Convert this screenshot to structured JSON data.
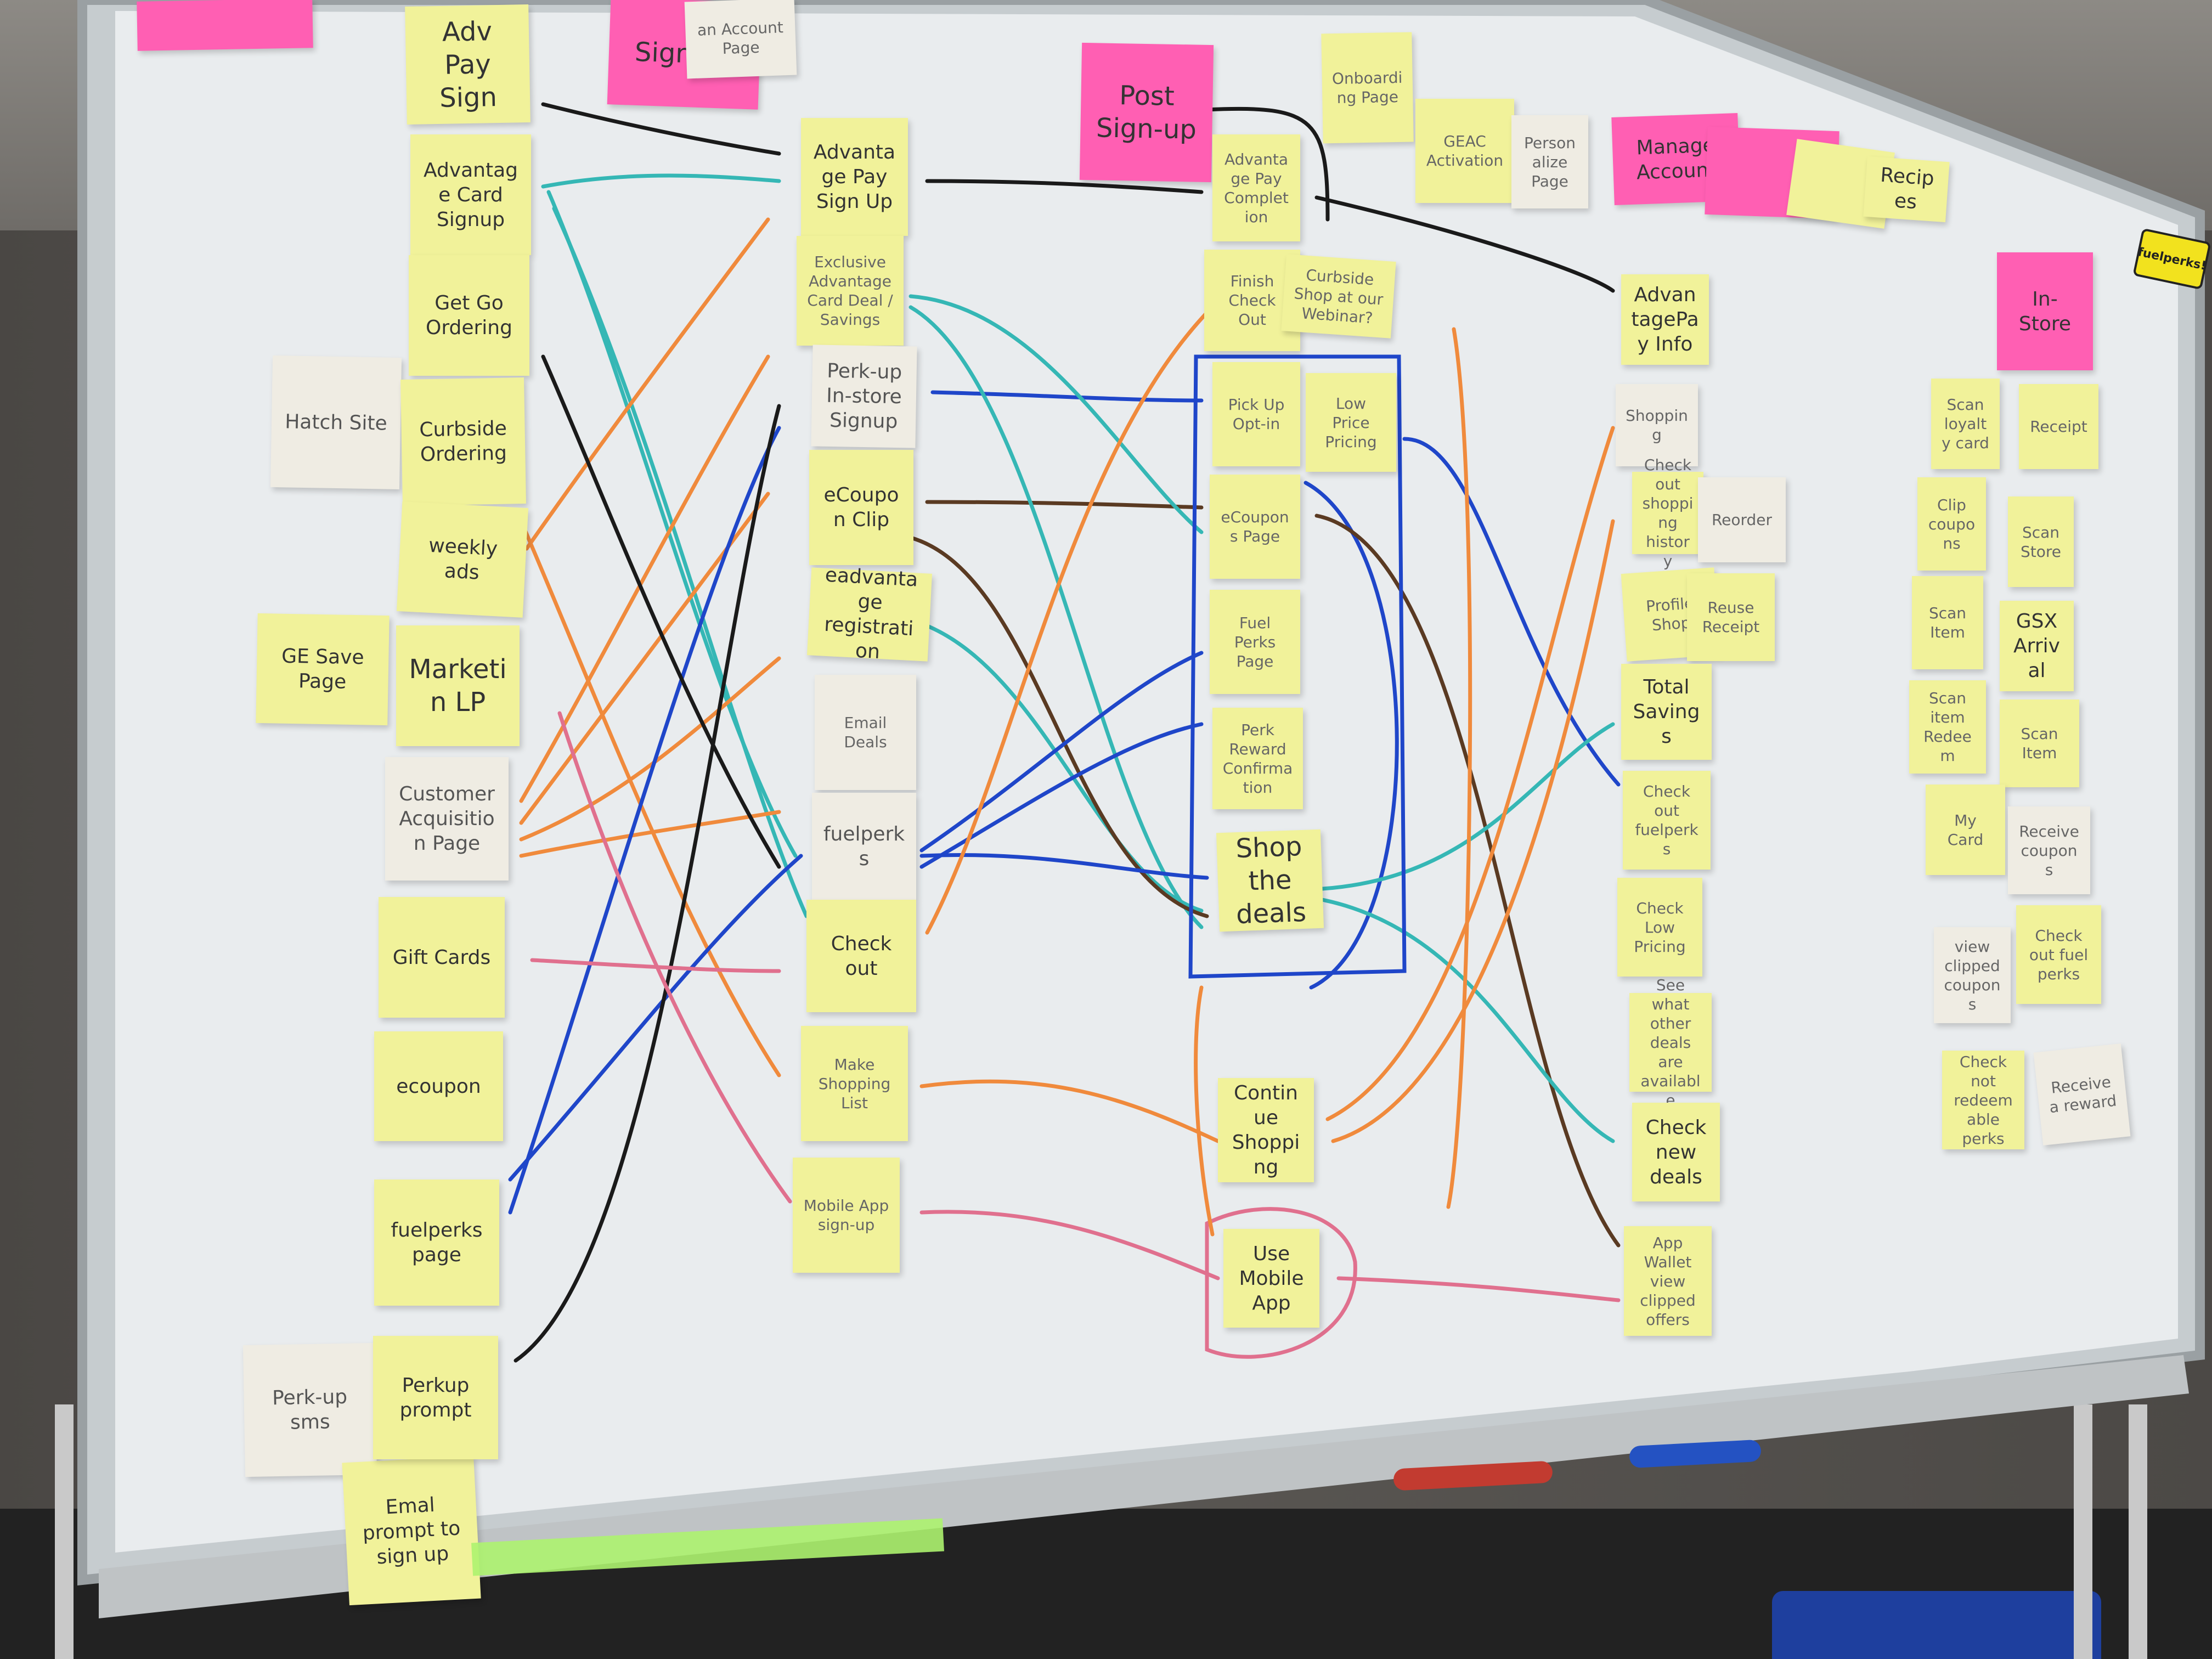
{
  "brand_magnet": "fuelperks!",
  "notes": {
    "col0": {
      "pink_top": "",
      "hatch_site": "Hatch Site",
      "ge_save_page": "GE Save Page",
      "perkup_sms": "Perk-up sms",
      "email_prompt": "Emal prompt to sign up"
    },
    "col1": {
      "adv_pay_sign": "Adv Pay Sign",
      "advantage_card_signup": "Advantage Card Signup",
      "getgo_ordering": "Get Go Ordering",
      "curbside_ordering": "Curbside Ordering",
      "weekly_ads": "weekly ads",
      "marketing_lp": "Marketin LP",
      "customer_acquisition": "Customer Acquisition Page",
      "gift_cards": "Gift Cards",
      "ecoupon": "ecoupon",
      "fuelperks_page": "fuelperks page",
      "perkup_prompt": "Perkup prompt"
    },
    "col2": {
      "sign_up": "Sign up",
      "account_page": "an Account Page",
      "advantage_pay_signup": "Advantage Pay Sign Up",
      "exclusive_deal": "Exclusive Advantage Card Deal / Savings",
      "perkup_signup": "Perk-up In-store Signup",
      "ecoupon_clip": "eCoupon Clip",
      "eadvantage_reg": "eadvantage registration",
      "email_deals": "Email Deals",
      "fuelperks": "fuelperks",
      "check_out": "Check out",
      "make_shopping_list": "Make Shopping List",
      "mobile_app_signup": "Mobile App sign-up"
    },
    "col3": {
      "post_signup": "Post Sign-up",
      "onboarding_page": "Onboarding Page",
      "advantage_pay_completion": "Advantage Pay Completion",
      "getgo_activation": "GEAC Activation",
      "personalize_page": "Personalize Page",
      "finish_check_out": "Finish Check Out",
      "curbside_shop": "Curbside Shop at our Webinar?",
      "pick_up_optin": "Pick Up Opt-in",
      "low_price": "Low Price Pricing",
      "ecoupons_page": "eCoupons Page",
      "fuel_perks_page": "Fuel Perks Page",
      "perk_reward_confirm": "Perk Reward Confirmation",
      "shop_the_deals": "Shop the deals",
      "continue_shopping": "Continue Shopping",
      "use_mobile_app": "Use Mobile App"
    },
    "col4": {
      "manage_account": "Manage Account",
      "pink_mid": "",
      "recipes": "Recipes",
      "yellow_top": "",
      "advantagepay_info": "AdvantagePay Info",
      "shopping": "Shopping",
      "check_out_history": "Check out shopping history",
      "reorder": "Reorder",
      "profile_shop": "Profile Shop",
      "reuse_receipt": "Reuse Receipt",
      "total_savings": "Total Savings",
      "check_out_fuelperks": "Check out fuelperks",
      "check_low_pricing": "Check Low Pricing",
      "see_what_else": "See what other deals are available",
      "check_new_deals": "Check new deals",
      "app_wallet": "App Wallet view clipped offers"
    },
    "col5": {
      "in_store": "In-Store",
      "s1": "Scan loyalty card",
      "receipt": "Receipt",
      "s2": "Clip coupons",
      "s3": "Scan Store",
      "s4": "Scan Item",
      "gsx_arrival": "GSX Arrival",
      "s5": "Scan item Redeem",
      "s6": "Scan Item",
      "s7": "My Card",
      "s8": "Receive coupons",
      "s9": "view clipped coupons",
      "s10": "Check out fuel perks",
      "check_not_redeemable": "Check not redeemable perks",
      "s11": "Receive a reward"
    }
  },
  "colors": {
    "orange": "#f08a3c",
    "teal": "#35b7b5",
    "blue": "#1f46c9",
    "black": "#1a1a1a",
    "brown": "#5a3a22",
    "pink": "#e0708e",
    "sticky_yellow": "#f1f29a",
    "sticky_pink": "#ff5fb3"
  }
}
